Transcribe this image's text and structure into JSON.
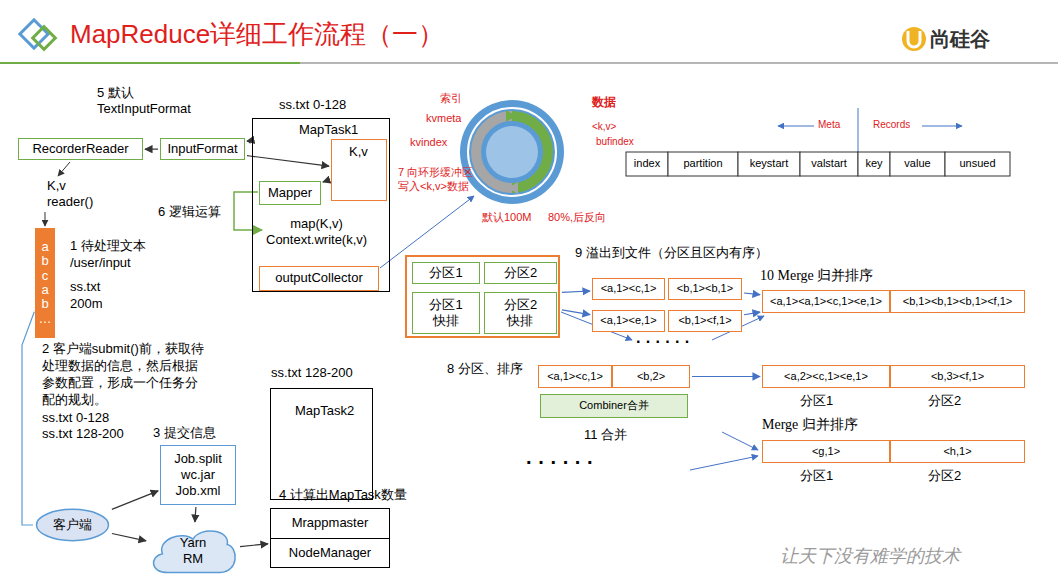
{
  "diagram": {
    "title": "MapReduce详细工作流程（一）",
    "nodes": [
      {
        "text": [
          "RecorderReader"
        ]
      },
      {
        "text": [
          "InputFormat"
        ]
      },
      {
        "text": [
          "ss.txt 0-128",
          "MapTask1",
          "map(K,v) Context.write(k,v)"
        ]
      },
      {
        "text": [
          "K,v"
        ],
        "in": 2
      },
      {
        "text": [
          "Mapper"
        ],
        "in": 2
      },
      {
        "text": [
          "outputCollector"
        ],
        "in": 2
      },
      {
        "text": [
          "a b c a b …"
        ]
      },
      {
        "text": [
          "8 分区、排序"
        ]
      },
      {
        "text": [
          "分区1"
        ],
        "in": 7
      },
      {
        "text": [
          "分区2"
        ],
        "in": 7
      },
      {
        "text": [
          "分区1 快排"
        ],
        "in": 7
      },
      {
        "text": [
          "分区2 快排"
        ],
        "in": 7
      },
      {
        "text": [
          "<a,1><c,1>"
        ]
      },
      {
        "text": [
          "<b,1><b,1>"
        ]
      },
      {
        "text": [
          "<a,1><e,1>"
        ]
      },
      {
        "text": [
          "<b,1><f,1>"
        ]
      },
      {
        "text": [
          "<a,1><a,1><c,1><e,1>"
        ]
      },
      {
        "text": [
          "<b,1><b,1><b,1><f,1>"
        ]
      },
      {
        "text": [
          "<a,1><c,1>"
        ]
      },
      {
        "text": [
          "<b,2>"
        ]
      },
      {
        "text": [
          "Combiner合并"
        ]
      },
      {
        "text": [
          "<a,2><c,1><e,1>"
        ]
      },
      {
        "text": [
          "<b,3><f,1>"
        ]
      },
      {
        "text": [
          "<g,1>"
        ]
      },
      {
        "text": [
          "<h,1>"
        ]
      },
      {
        "text": [
          "ss.txt 128-200",
          "MapTask2"
        ]
      },
      {
        "text": [
          "3 提交信息",
          "Job.split wc.jar Job.xml"
        ]
      },
      {
        "text": [
          "客户端"
        ]
      },
      {
        "text": [
          "Yarn RM"
        ]
      },
      {
        "text": [
          "4 计算出MapTask数量",
          "Mrappmaster",
          "NodeManager"
        ]
      }
    ],
    "edges": [
      {
        "from": 1,
        "to": 0,
        "arrow": "to"
      },
      {
        "from": 2,
        "to": 1,
        "arrow": "to"
      },
      {
        "from": 1,
        "to": 3,
        "arrow": "to"
      },
      {
        "from": 3,
        "to": 4,
        "arrow": "to"
      },
      {
        "from": 7,
        "to": 12,
        "arrow": "to"
      },
      {
        "from": 7,
        "to": 14,
        "arrow": "to"
      },
      {
        "from": 13,
        "to": 16,
        "arrow": "to"
      },
      {
        "from": 15,
        "to": 16,
        "arrow": "to"
      },
      {
        "from": 19,
        "to": 21,
        "arrow": "to"
      },
      {
        "from": 6,
        "to": 27,
        "arrow": "none"
      },
      {
        "from": 27,
        "to": 26,
        "arrow": "to"
      },
      {
        "from": 26,
        "to": 28,
        "arrow": "to"
      },
      {
        "from": 27,
        "to": 28,
        "arrow": "to"
      },
      {
        "from": 28,
        "to": 29,
        "arrow": "to"
      }
    ],
    "labels": [
      "尚硅谷",
      "5 默认",
      "TextInputFormat",
      "K,v",
      "reader()",
      "6 逻辑运算",
      "1 待处理文本",
      "/user/input",
      "ss.txt",
      "200m",
      "2 客户端submit()前，获取待处理数据的信息，然后根据参数配置，形成一个任务分配的规划。",
      "ss.txt 0-128",
      "ss.txt 128-200",
      "7 向环形缓冲区",
      "写入<k,v>数据",
      "索引",
      "kvmeta",
      "kvindex",
      "数据",
      "<k,v>",
      "bufindex",
      "默认100M",
      "80%,后反向",
      "Meta",
      "Records",
      "index",
      "partition",
      "keystart",
      "valstart",
      "key",
      "value",
      "unsued",
      "9 溢出到文件（分区且区内有序）",
      "· · ·  · · ·",
      "10 Merge 归并排序",
      "分区1",
      "分区2",
      "11 合并",
      "Merge 归并排序",
      "分区1",
      "分区2",
      "· · ·  · · ·",
      "让天下没有难学的技术"
    ]
  }
}
